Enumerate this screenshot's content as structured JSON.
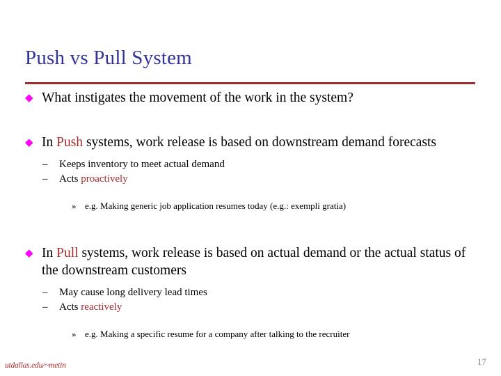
{
  "slide": {
    "title": "Push vs Pull System",
    "accent_color": "#A62B2B",
    "title_color": "#333399",
    "rule_color": "#992F2F",
    "bullet_color": "#FF00FF",
    "background_color": "#FFFFFF"
  },
  "markers": {
    "level1": "◆",
    "level2": "–",
    "level3": "»"
  },
  "content": {
    "b1": {
      "text": "What instigates the movement of the work in the system?"
    },
    "b2": {
      "pre": "In ",
      "accent": "Push",
      "post": " systems, work release is based on downstream demand forecasts"
    },
    "b2_sub1": {
      "text": "Keeps inventory to meet actual demand"
    },
    "b2_sub2": {
      "pre": "Acts ",
      "accent": "proactively"
    },
    "b2_sub3": {
      "text": "e.g. Making generic job application resumes today (e.g.: exempli gratia)"
    },
    "b3": {
      "pre": "In ",
      "accent": "Pull",
      "post": " systems, work release is based on actual demand or the actual status of the downstream customers"
    },
    "b3_sub1": {
      "text": "May cause long delivery lead times"
    },
    "b3_sub2": {
      "pre": "Acts ",
      "accent": "reactively"
    },
    "b3_sub3": {
      "text": "e.g. Making a specific resume for a company after talking to the recruiter"
    }
  },
  "footer": {
    "url": "utdallas.edu/~metin",
    "page_number": "17"
  }
}
